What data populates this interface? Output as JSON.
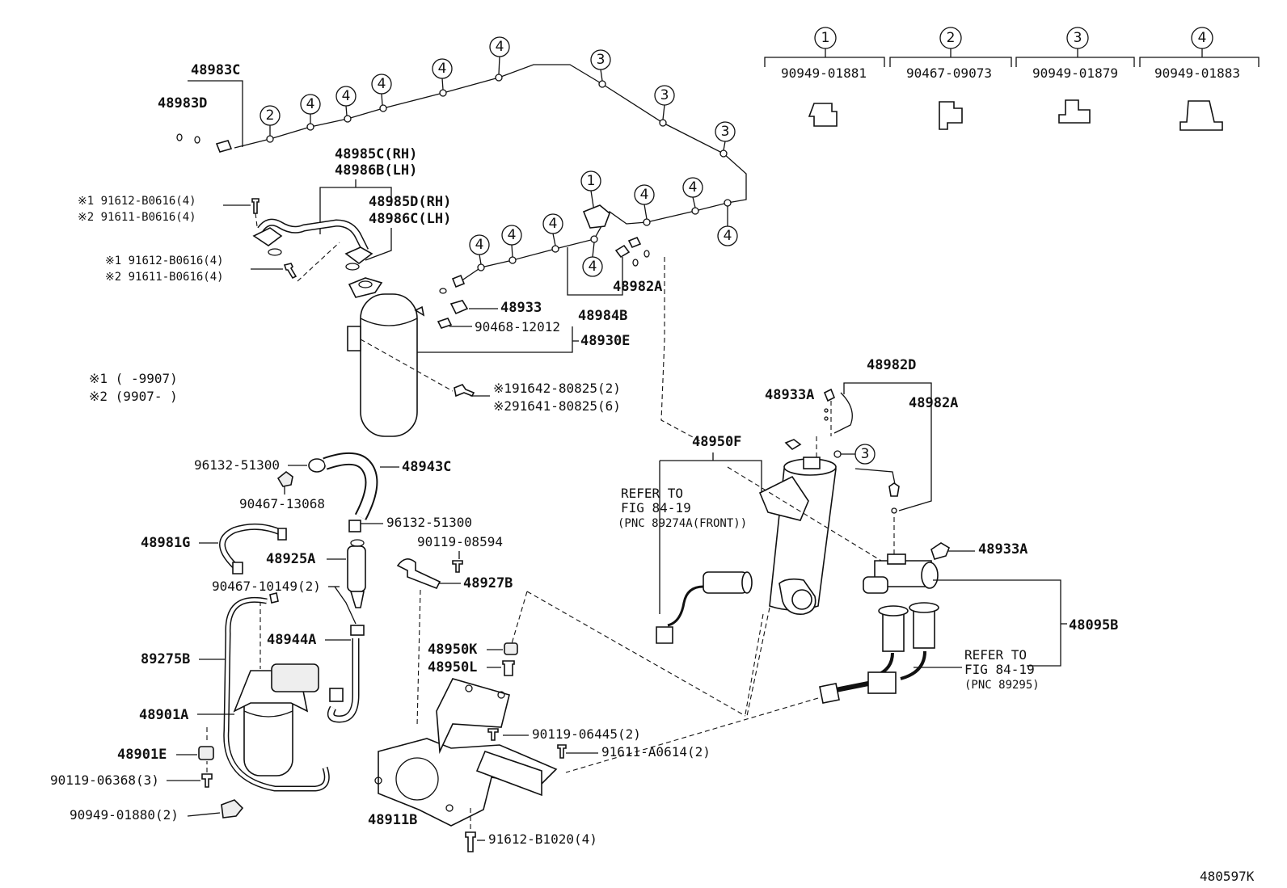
{
  "figure_id": "480597K",
  "clip_legend": [
    {
      "num": "1",
      "part": "90949-01881"
    },
    {
      "num": "2",
      "part": "90467-09073"
    },
    {
      "num": "3",
      "part": "90949-01879"
    },
    {
      "num": "4",
      "part": "90949-01883"
    }
  ],
  "notes": {
    "n1": "※1 (      -9907)",
    "n2": "※2 (9907-      )"
  },
  "labels": {
    "p48983C": "48983C",
    "p48983D": "48983D",
    "p48985C": "48985C(RH)",
    "p48986B": "48986B(LH)",
    "p48985D": "48985D(RH)",
    "p48986C": "48986C(LH)",
    "b1a": "※1 91612-B0616(4)",
    "b1b": "※2 91611-B0616(4)",
    "b2a": "※1 91612-B0616(4)",
    "b2b": "※2 91611-B0616(4)",
    "p48933": "48933",
    "p90468": "90468-12012",
    "p48930E": "48930E",
    "p48984B": "48984B",
    "p48982A_top": "48982A",
    "p91642": "※191642-80825(2)",
    "p91641": "※291641-80825(6)",
    "p48982D": "48982D",
    "p48933A_top": "48933A",
    "p48982A_mid": "48982A",
    "p48950F": "48950F",
    "refer1_a": "REFER TO",
    "refer1_b": "FIG 84-19",
    "refer1_c": "(PNC 89274A(FRONT))",
    "p96132a": "96132-51300",
    "p48943C": "48943C",
    "p90467_13068": "90467-13068",
    "p96132b": "96132-51300",
    "p90119_08594": "90119-08594",
    "p48981G": "48981G",
    "p48925A": "48925A",
    "p48927B": "48927B",
    "p90467_10149": "90467-10149(2)",
    "p48944A": "48944A",
    "p48933A_r": "48933A",
    "p48095B": "48095B",
    "refer2_a": "REFER TO",
    "refer2_b": "FIG 84-19",
    "refer2_c": "(PNC 89295)",
    "p89275B": "89275B",
    "p48950K": "48950K",
    "p48950L": "48950L",
    "p48901A": "48901A",
    "p90119_06445": "90119-06445(2)",
    "p91611_A0614": "91611-A0614(2)",
    "p48901E": "48901E",
    "p90119_06368": "90119-06368(3)",
    "p90949_01880": "90949-01880(2)",
    "p48911B": "48911B",
    "p91612_B1020": "91612-B1020(4)"
  }
}
